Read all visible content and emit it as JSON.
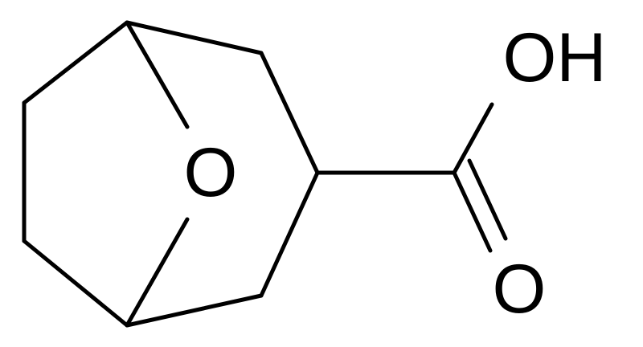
{
  "structure": {
    "atom_labels": {
      "bridge_oxygen": "O",
      "hydroxyl": "OH",
      "carbonyl_oxygen": "O"
    },
    "colors": {
      "background": "#ffffff",
      "ink": "#000000"
    }
  }
}
